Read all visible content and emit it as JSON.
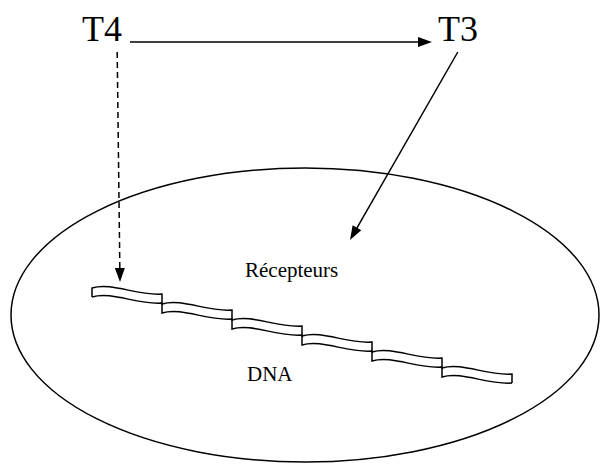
{
  "diagram": {
    "nodes": [
      {
        "text": [
          "T4"
        ]
      },
      {
        "text": [
          "T3"
        ]
      },
      {
        "text": [
          "Récepteurs",
          "DNA"
        ]
      }
    ],
    "edges": [
      {
        "from": 0,
        "to": 1,
        "arrow": "to"
      },
      {
        "from": 0,
        "to": 2,
        "arrow": "to"
      },
      {
        "from": 1,
        "to": 2,
        "arrow": "to"
      }
    ]
  }
}
